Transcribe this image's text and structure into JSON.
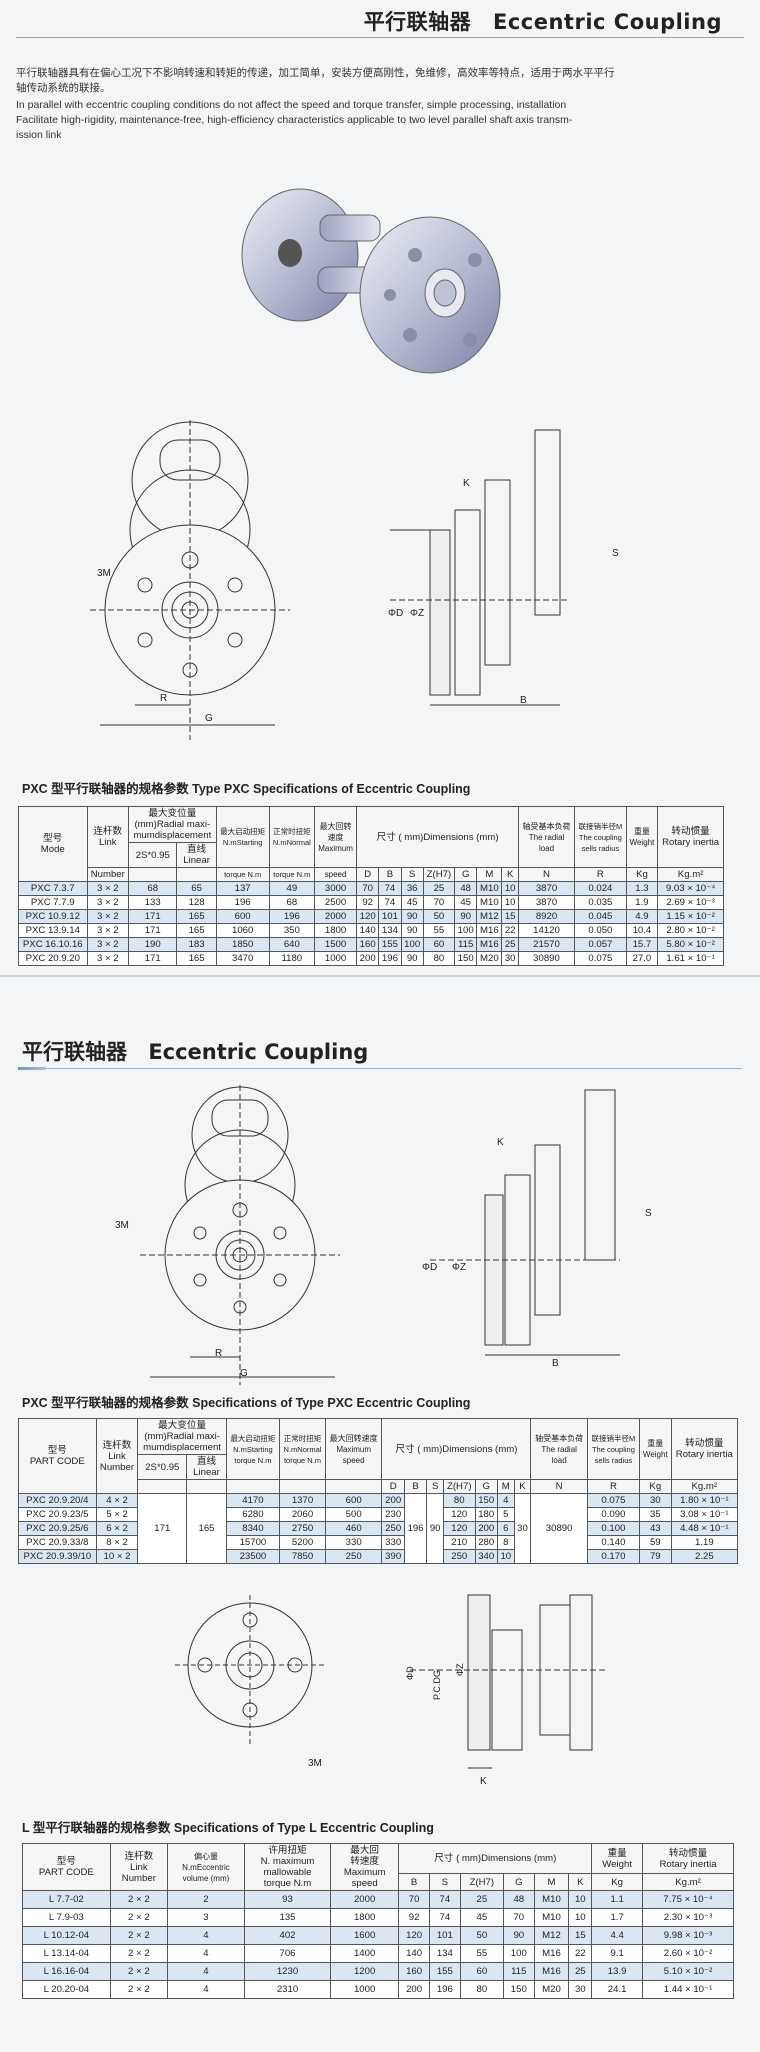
{
  "header": {
    "title_cn": "平行联轴器",
    "title_en": "Eccentric Coupling",
    "intro_cn_line1": "平行联轴器具有在偏心工况下不影响转速和转矩的传递，加工简单，安装方便高刚性，免维修，高效率等特点，适用于两水平平行",
    "intro_cn_line2": "轴传动系统的联接。",
    "intro_en_line1": "In parallel with eccentric coupling conditions do not affect the speed and torque transfer, simple processing, installation",
    "intro_en_line2": "Facilitate high-rigidity, maintenance-free, high-efficiency characteristics applicable to two level parallel shaft axis transm-",
    "intro_en_line3": "ission link"
  },
  "drawings": {
    "label_3m": "3M",
    "label_r": "R",
    "label_g": "G",
    "label_k": "K",
    "label_s": "S",
    "label_phi_d": "ΦD",
    "label_phi_z": "ΦZ",
    "label_b": "B",
    "label_pcd": "P.C.DG"
  },
  "table1": {
    "title": "PXC 型平行联轴器的规格参数  Type PXC Specifications of Eccentric Coupling",
    "h_model_cn": "型号",
    "h_model_en": "Mode",
    "h_link_cn": "连杆数",
    "h_link_en1": "Link",
    "h_link_en2": "Number",
    "h_disp_cn": "最大变位量",
    "h_disp_en1": "(mm)Radial maxi-",
    "h_disp_en2": "mumdisplacement",
    "h_disp_sub1": "2S*0.95",
    "h_disp_sub2_cn": "直线",
    "h_disp_sub2_en": "Linear",
    "h_start_cn": "最大启动扭矩",
    "h_start_en1": "N.mStarting",
    "h_start_en2": "torque N.m",
    "h_norm_cn": "正常时扭矩",
    "h_norm_en1": "N.mNormal",
    "h_norm_en2": "torque N.m",
    "h_speed_cn1": "最大回转",
    "h_speed_cn2": "速度",
    "h_speed_en1": "Maximum",
    "h_speed_en2": "speed",
    "h_dims": "尺寸 ( mm)Dimensions (mm)",
    "dim_cols": [
      "D",
      "B",
      "S",
      "Z(H7)",
      "G",
      "M",
      "K"
    ],
    "h_load_cn": "轴受基本负荷",
    "h_load_en1": "The radial",
    "h_load_en2": "load",
    "h_load_unit": "N",
    "h_radius_cn": "联接销半径M",
    "h_radius_en1": "The coupling",
    "h_radius_en2": "sells radius",
    "h_radius_unit": "R",
    "h_weight_cn": "重量",
    "h_weight_en": "Weight",
    "h_weight_unit": "Kg",
    "h_inertia_cn": "转动惯量",
    "h_inertia_en": "Rotary inertia",
    "h_inertia_unit": "Kg.m²",
    "rows": [
      [
        "PXC 7.3.7",
        "3 × 2",
        "68",
        "65",
        "137",
        "49",
        "3000",
        "70",
        "74",
        "36",
        "25",
        "48",
        "M10",
        "10",
        "3870",
        "0.024",
        "1.3",
        "9.03 × 10⁻⁴"
      ],
      [
        "PXC 7.7.9",
        "3 × 2",
        "133",
        "128",
        "196",
        "68",
        "2500",
        "92",
        "74",
        "45",
        "70",
        "45",
        "M10",
        "10",
        "3870",
        "0.035",
        "1.9",
        "2.69 × 10⁻³"
      ],
      [
        "PXC 10.9.12",
        "3 × 2",
        "171",
        "165",
        "600",
        "196",
        "2000",
        "120",
        "101",
        "90",
        "50",
        "90",
        "M12",
        "15",
        "8920",
        "0.045",
        "4.9",
        "1.15 × 10⁻²"
      ],
      [
        "PXC 13.9.14",
        "3 × 2",
        "171",
        "165",
        "1060",
        "350",
        "1800",
        "140",
        "134",
        "90",
        "55",
        "100",
        "M16",
        "22",
        "14120",
        "0.050",
        "10.4",
        "2.80 × 10⁻²"
      ],
      [
        "PXC 16.10.16",
        "3 × 2",
        "190",
        "183",
        "1850",
        "640",
        "1500",
        "160",
        "155",
        "100",
        "60",
        "115",
        "M16",
        "25",
        "21570",
        "0.057",
        "15.7",
        "5.80 × 10⁻²"
      ],
      [
        "PXC 20.9.20",
        "3 × 2",
        "171",
        "165",
        "3470",
        "1180",
        "1000",
        "200",
        "196",
        "90",
        "80",
        "150",
        "M20",
        "30",
        "30890",
        "0.075",
        "27.0",
        "1.61 × 10⁻¹"
      ]
    ]
  },
  "section2": {
    "title_cn": "平行联轴器",
    "title_en": "Eccentric Coupling"
  },
  "table2": {
    "title": "PXC 型平行联轴器的规格参数  Specifications of Type PXC  Eccentric Coupling",
    "h_model_cn": "型号",
    "h_model_en": "PART CODE",
    "h_link_cn": "连杆数",
    "h_link_en": "Link",
    "h_link_en2": "Number",
    "h_disp_cn": "最大变位量",
    "h_disp_en1": "(mm)Radial maxi-",
    "h_disp_en2": "mumdisplacement",
    "h_disp_sub1": "2S*0.95",
    "h_disp_sub2_cn": "直线",
    "h_disp_sub2_en": "Linear",
    "h_start_cn": "最大启动扭矩",
    "h_start_en1": "N.mStarting",
    "h_start_en2": "torque N.m",
    "h_norm_cn": "正常时扭矩",
    "h_norm_en1": "N.mNormal",
    "h_norm_en2": "torque N.m",
    "h_speed_cn": "最大回转速度",
    "h_speed_en1": "Maximum",
    "h_speed_en2": "speed",
    "h_dims": "尺寸 ( mm)Dimensions (mm)",
    "dim_cols": [
      "D",
      "B",
      "S",
      "Z(H7)",
      "G",
      "M",
      "K"
    ],
    "h_load_cn": "轴受基本负荷",
    "h_load_en1": "The radial",
    "h_load_en2": "load",
    "h_load_unit": "N",
    "h_radius_cn": "联接销半径M",
    "h_radius_en1": "The coupling",
    "h_radius_en2": "sells radius",
    "h_radius_unit": "R",
    "h_weight_cn": "重量",
    "h_weight_en": "Weight",
    "h_weight_unit": "Kg",
    "h_inertia_cn": "转动惯量",
    "h_inertia_en": "Rotary inertia",
    "h_inertia_unit": "Kg.m²",
    "merged_disp": "171",
    "merged_linear": "165",
    "merged_b": "196",
    "merged_s": "90",
    "merged_k": "30",
    "merged_n": "30890",
    "rows": [
      [
        "PXC 20.9.20/4",
        "4 × 2",
        "4170",
        "1370",
        "600",
        "200",
        "80",
        "150",
        "4",
        "0.075",
        "30",
        "1.80 × 10⁻¹"
      ],
      [
        "PXC 20.9.23/5",
        "5 × 2",
        "6280",
        "2060",
        "500",
        "230",
        "120",
        "180",
        "5",
        "0.090",
        "35",
        "3.08 × 10⁻¹"
      ],
      [
        "PXC 20.9.25/6",
        "6 × 2",
        "8340",
        "2750",
        "460",
        "250",
        "120",
        "200",
        "6",
        "0.100",
        "43",
        "4.48 × 10⁻¹"
      ],
      [
        "PXC 20.9.33/8",
        "8 × 2",
        "15700",
        "5200",
        "330",
        "330",
        "210",
        "280",
        "8",
        "0.140",
        "59",
        "1.19"
      ],
      [
        "PXC 20.9.39/10",
        "10 × 2",
        "23500",
        "7850",
        "250",
        "390",
        "250",
        "340",
        "10",
        "0.170",
        "79",
        "2.25"
      ]
    ]
  },
  "table3": {
    "title": "L 型平行联轴器的规格参数  Specifications of Type L  Eccentric Coupling",
    "h_model_cn": "型号",
    "h_model_en": "PART CODE",
    "h_link_cn": "连杆数",
    "h_link_en": "Link",
    "h_link_en2": "Number",
    "h_ecc_cn": "偏心量",
    "h_ecc_en": "N.mEccentric",
    "h_ecc_en2": "volume (mm)",
    "h_torque_cn": "许用扭矩",
    "h_torque_en1": "N. maximum",
    "h_torque_en2": "mallowable",
    "h_torque_en3": "torque N.m",
    "h_speed_cn": "最大回",
    "h_speed_cn2": "转速度",
    "h_speed_en1": "Maximum",
    "h_speed_en2": "speed",
    "h_dims": "尺寸 ( mm)Dimensions (mm)",
    "dim_cols": [
      "B",
      "S",
      "Z(H7)",
      "G",
      "M",
      "K"
    ],
    "h_weight_cn": "重量",
    "h_weight_en": "Weight",
    "h_weight_unit": "Kg",
    "h_inertia_cn": "转动惯量",
    "h_inertia_en": "Rotary inertia",
    "h_inertia_unit": "Kg.m²",
    "rows": [
      [
        "L 7.7-02",
        "2 × 2",
        "2",
        "93",
        "2000",
        "70",
        "74",
        "25",
        "48",
        "M10",
        "10",
        "1.1",
        "7.75 × 10⁻⁴"
      ],
      [
        "L 7.9-03",
        "2 × 2",
        "3",
        "135",
        "1800",
        "92",
        "74",
        "45",
        "70",
        "M10",
        "10",
        "1.7",
        "2.30 × 10⁻³"
      ],
      [
        "L 10.12-04",
        "2 × 2",
        "4",
        "402",
        "1600",
        "120",
        "101",
        "50",
        "90",
        "M12",
        "15",
        "4.4",
        "9.98 × 10⁻³"
      ],
      [
        "L 13.14-04",
        "2 × 2",
        "4",
        "706",
        "1400",
        "140",
        "134",
        "55",
        "100",
        "M16",
        "22",
        "9.1",
        "2.60 × 10⁻²"
      ],
      [
        "L 16.16-04",
        "2 × 2",
        "4",
        "1230",
        "1200",
        "160",
        "155",
        "60",
        "115",
        "M16",
        "25",
        "13.9",
        "5.10 × 10⁻²"
      ],
      [
        "L 20.20-04",
        "2 × 2",
        "4",
        "2310",
        "1000",
        "200",
        "196",
        "80",
        "150",
        "M20",
        "30",
        "24.1",
        "1.44 × 10⁻¹"
      ]
    ]
  }
}
